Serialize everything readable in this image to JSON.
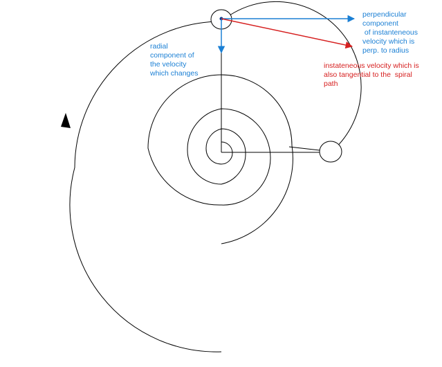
{
  "colors": {
    "spiral": "#000000",
    "perpendicular_arrow": "#1a7fd4",
    "radial_arrow": "#1a7fd4",
    "velocity_arrow": "#d62020",
    "background": "#ffffff"
  },
  "labels": {
    "perpendicular": {
      "lines": [
        "perpendicular",
        "component",
        " of instanteneous",
        "velocity which is",
        "perp. to radius"
      ]
    },
    "radial": {
      "lines": [
        "radial",
        "component of",
        "the velocity",
        "which changes"
      ]
    },
    "instantaneous": {
      "lines": [
        "instateneous velocity which is",
        "also tangential to the  spiral",
        "path"
      ]
    }
  }
}
